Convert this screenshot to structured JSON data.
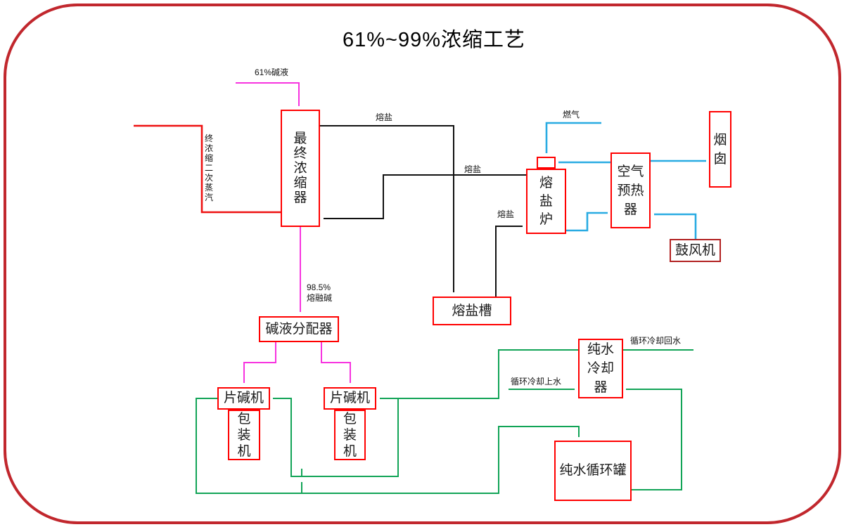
{
  "title": "61%~99%浓缩工艺",
  "nodes": {
    "final_concentrator": "最终浓缩器",
    "molten_salt_furnace": "熔盐炉",
    "air_preheater": "空气预热器",
    "chimney": "烟囱",
    "blower": "鼓风机",
    "molten_salt_tank": "熔盐槽",
    "lye_distributor": "碱液分配器",
    "flaker_left": "片碱机",
    "flaker_right": "片碱机",
    "packing_machine_left": "包装机",
    "packing_machine_right": "包装机",
    "pure_water_cooler": "纯水冷却器",
    "pure_water_tank": "纯水循环罐"
  },
  "flow_labels": {
    "lye_61_feed": "61%碱液",
    "final_secondary_steam": "终浓缩二次蒸汽",
    "molten_salt_to_tank": "熔盐",
    "molten_salt_to_concentrator": "熔盐",
    "molten_salt_to_furnace": "熔盐",
    "fuel_gas": "燃气",
    "molten_caustic_985": "98.5%\n熔融碱",
    "cooling_water_return": "循环冷却回水",
    "cooling_water_supply": "循环冷却上水"
  },
  "colors": {
    "caustic_stream": "#f733df",
    "molten_salt_stream": "#111111",
    "steam_stream": "#ee1111",
    "air_gas_stream": "#29abe2",
    "cooling_water_stream": "#12a457",
    "equipment_border": "#ff0000",
    "frame_border": "#c1272d"
  }
}
